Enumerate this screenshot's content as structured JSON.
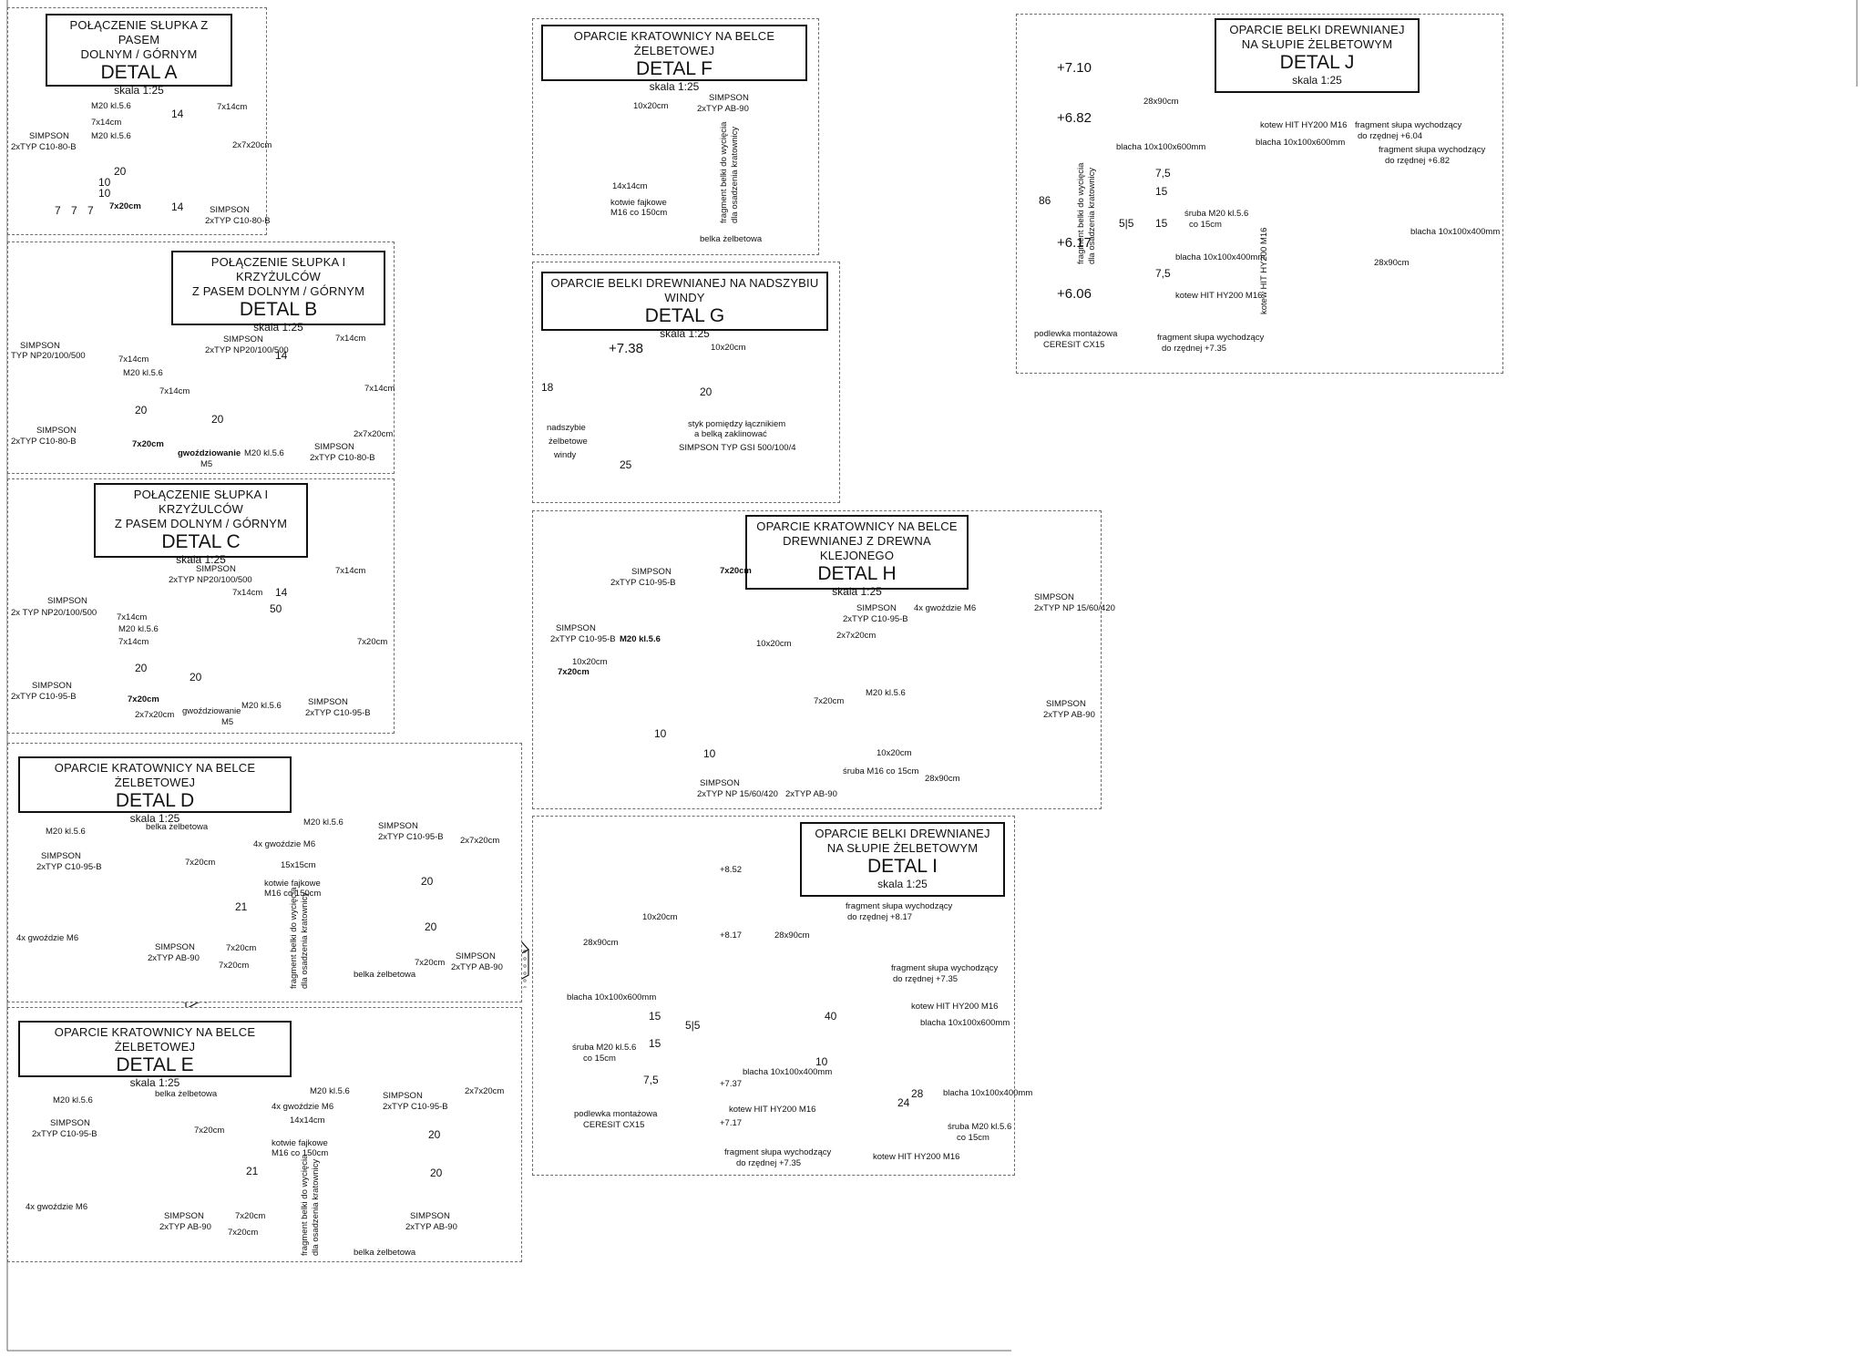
{
  "details": {
    "A": {
      "t1": "POŁĄCZENIE SŁUPKA Z PASEM",
      "t1b": "DOLNYM / GÓRNYM",
      "t2": "DETAL A",
      "t3": "skala 1:25"
    },
    "B": {
      "t1": "POŁĄCZENIE SŁUPKA I KRZYŻULCÓW",
      "t1b": "Z PASEM DOLNYM / GÓRNYM",
      "t2": "DETAL B",
      "t3": "skala 1:25"
    },
    "C": {
      "t1": "POŁĄCZENIE SŁUPKA I KRZYŻULCÓW",
      "t1b": "Z PASEM DOLNYM / GÓRNYM",
      "t2": "DETAL C",
      "t3": "skala 1:25"
    },
    "D": {
      "t1": "OPARCIE KRATOWNICY NA BELCE ŻELBETOWEJ",
      "t2": "DETAL D",
      "t3": "skala 1:25"
    },
    "E": {
      "t1": "OPARCIE KRATOWNICY NA BELCE ŻELBETOWEJ",
      "t2": "DETAL E",
      "t3": "skala 1:25"
    },
    "F": {
      "t1": "OPARCIE KRATOWNICY NA BELCE ŻELBETOWEJ",
      "t2": "DETAL F",
      "t3": "skala 1:25"
    },
    "G": {
      "t1": "OPARCIE BELKI DREWNIANEJ NA NADSZYBIU WINDY",
      "t2": "DETAL G",
      "t3": "skala 1:25"
    },
    "H": {
      "t1": "OPARCIE KRATOWNICY NA BELCE",
      "t1b": "DREWNIANEJ Z DREWNA KLEJONEGO",
      "t2": "DETAL H",
      "t3": "skala 1:25"
    },
    "I": {
      "t1": "OPARCIE BELKI DREWNIANEJ",
      "t1b": "NA SŁUPIE ŻELBETOWYM",
      "t2": "DETAL I",
      "t3": "skala 1:25"
    },
    "J": {
      "t1": "OPARCIE BELKI DREWNIANEJ",
      "t1b": "NA SŁUPIE ŻELBETOWYM",
      "t2": "DETAL J",
      "t3": "skala 1:25"
    }
  },
  "labels": {
    "simpson": "SIMPSON",
    "c10_80": "2xTYP C10-80-B",
    "c10_95": "2xTYP C10-95-B",
    "ab90": "2xTYP AB-90",
    "np20": "TYP NP20/100/500",
    "np20b": "2x TYP NP20/100/500",
    "np20c": "2xTYP NP20/100/500",
    "np15": "2xTYP NP 15/60/420",
    "gsi": "SIMPSON TYP GSI 500/100/4",
    "m20": "M20 kl.5.6",
    "w7x14": "7x14cm",
    "w7x20": "7x20cm",
    "w2x7x20": "2x7x20cm",
    "w10x20": "10x20cm",
    "w14x14": "14x14cm",
    "w15x15": "15x15cm",
    "w28x90": "28x90cm",
    "gwozdz": "gwoździowanie",
    "m5": "M5",
    "gw6": "4x gwoździe M6",
    "belka": "belka żelbetowa",
    "kotwie": "kotwie fajkowe",
    "kotwie2": "M16 co 150cm",
    "frag": "fragment belki do wycięcia",
    "frag2": "dla osadzenia kratownicy",
    "nadszybie": "nadszybie",
    "zelb": "żelbetowe",
    "windy": "windy",
    "styk1": "styk pomiędzy łącznikiem",
    "styk2": "a belką zaklinować",
    "sruba16": "śruba M16 co 15cm",
    "blacha1": "blacha 10x100x600mm",
    "blacha2": "blacha 10x100x400mm",
    "sruba20": "śruba M20 kl.5.6",
    "co15": "co 15cm",
    "kotew": "kotew HIT HY200 M16",
    "podlewka": "podlewka montażowa",
    "cx15": "CERESIT CX15",
    "fsw": "fragment słupa wychodzący",
    "do817": "do rzędnej +8.17",
    "do735": "do rzędnej +7.35",
    "do604": "do rzędnej +6.04",
    "do682": "do rzędnej +6.82",
    "lv710": "+7.10",
    "lv682": "+6.82",
    "lv617": "+6.17",
    "lv606": "+6.06",
    "lv738": "+7.38",
    "lv852": "+8.52",
    "lv817": "+8.17",
    "lv737": "+7.37",
    "lv717": "+7.17",
    "d14": "14",
    "d20": "20",
    "d10": "10",
    "d7": "7",
    "d21": "21",
    "d18": "18",
    "d25": "25",
    "d86": "86",
    "d15": "15",
    "d75": "7,5",
    "d55": "5|5",
    "d50": "50",
    "d40": "40",
    "d24": "24",
    "d28": "28"
  }
}
